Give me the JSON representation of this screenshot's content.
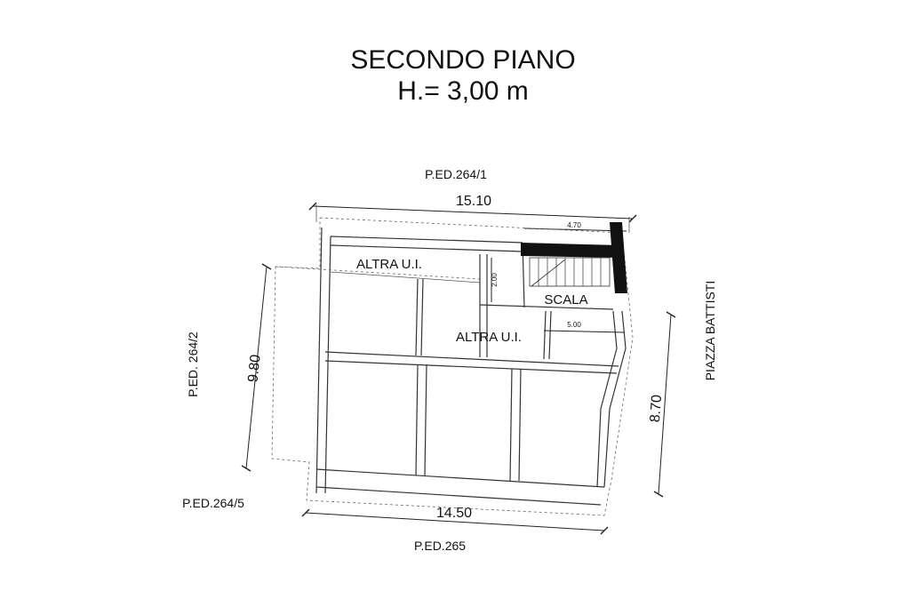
{
  "title": {
    "line1": "SECONDO PIANO",
    "line2": "H.= 3,00 m"
  },
  "parcels": {
    "top": "P.ED.264/1",
    "left": "P.ED. 264/2",
    "bottom_left": "P.ED.264/5",
    "bottom": "P.ED.265",
    "right": "PIAZZA BATTISTI"
  },
  "dimensions": {
    "top_width": "15.10",
    "top_right_segment": "4.70",
    "stair_height": "2.00",
    "stair_lower_segment": "5.00",
    "left_height": "9.80",
    "right_height": "8.70",
    "bottom_width": "14.50"
  },
  "rooms": {
    "other_unit_top": "ALTRA U.I.",
    "other_unit_middle": "ALTRA U.I.",
    "stair": "SCALA"
  }
}
